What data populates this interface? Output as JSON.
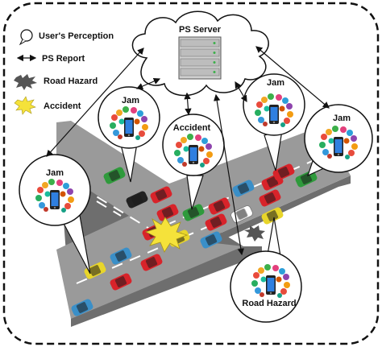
{
  "legend": {
    "perception": "User's Perception",
    "report": "PS Report",
    "hazard": "Road Hazard",
    "accident": "Accident"
  },
  "server": {
    "label": "PS Server"
  },
  "bubbles": {
    "jam_left": "Jam",
    "jam_upper_left": "Jam",
    "accident": "Accident",
    "jam_center_right": "Jam",
    "jam_right": "Jam",
    "road_hazard": "Road Hazard"
  },
  "colors": {
    "road": "#9a9a9a",
    "road_side": "#6e6e6e",
    "road_marking": "#ffffff",
    "cloud": "#ffffff",
    "server": "#c8c8c8",
    "red_car": "#d8232a",
    "green_car": "#2f9a3c",
    "blue_car": "#3a8fc8",
    "yellow_car": "#e8d52a",
    "accident_burst": "#f5e23a",
    "hazard_burst": "#555555"
  }
}
